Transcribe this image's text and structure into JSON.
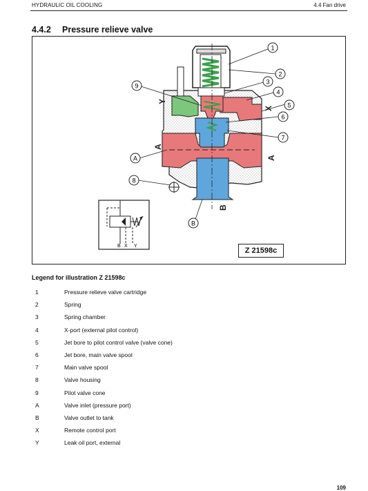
{
  "header": {
    "left": "HYDRAULIC OIL COOLING",
    "right": "4.4 Fan drive"
  },
  "section": {
    "number": "4.4.2",
    "title": "Pressure relieve valve"
  },
  "figure": {
    "id": "Z 21598c",
    "callouts": [
      "1",
      "2",
      "3",
      "4",
      "5",
      "6",
      "7",
      "8",
      "9",
      "A",
      "B"
    ],
    "port_labels": {
      "A_left": "A",
      "A_right": "A",
      "X": "X",
      "Y": "Y",
      "B": "B"
    },
    "schematic_labels": {
      "B": "B",
      "X": "X",
      "Y": "Y"
    },
    "colors": {
      "inlet_red": "#e8797a",
      "outlet_blue": "#5fa6dd",
      "pilot_green": "#7cc77c",
      "spring_green": "#3aa24a"
    }
  },
  "legend": {
    "title": "Legend for illustration Z 21598c",
    "items": [
      {
        "key": "1",
        "text": "Pressure relieve valve cartridge"
      },
      {
        "key": "2",
        "text": "Spring"
      },
      {
        "key": "3",
        "text": "Spring chamber"
      },
      {
        "key": "4",
        "text": "X-port (external pilot control)"
      },
      {
        "key": "5",
        "text": "Jet bore to pilot control valve (valve cone)"
      },
      {
        "key": "6",
        "text": "Jet bore, main valve spool"
      },
      {
        "key": "7",
        "text": "Main valve spool"
      },
      {
        "key": "8",
        "text": "Valve housing"
      },
      {
        "key": "9",
        "text": "Pilot valve cone"
      },
      {
        "key": "A",
        "text": "Valve inlet (pressure port)"
      },
      {
        "key": "B",
        "text": "Valve outlet to tank"
      },
      {
        "key": "X",
        "text": "Remote control port"
      },
      {
        "key": "Y",
        "text": "Leak oil port, external"
      }
    ]
  },
  "page_number": "109"
}
